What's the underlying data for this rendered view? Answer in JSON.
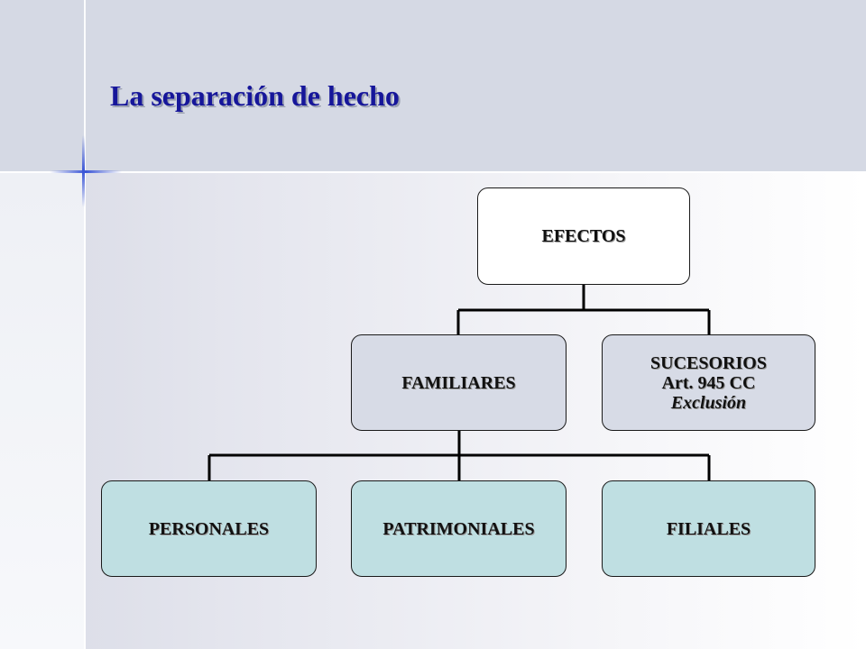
{
  "slide": {
    "title": "La separación de hecho"
  },
  "diagram": {
    "root": {
      "label": "EFECTOS"
    },
    "level1": [
      {
        "label": "FAMILIARES"
      },
      {
        "lines": [
          "SUCESORIOS",
          "Art. 945 CC",
          "Exclusión"
        ]
      }
    ],
    "level2": [
      {
        "label": "PERSONALES"
      },
      {
        "label": "PATRIMONIALES"
      },
      {
        "label": "FILIALES"
      }
    ]
  },
  "colors": {
    "title": "#16169a",
    "root_fill": "#ffffff",
    "level1_fill": "#d7dbe6",
    "level2_fill": "#bfdfe2",
    "accent_cross": "#3a55d6"
  }
}
